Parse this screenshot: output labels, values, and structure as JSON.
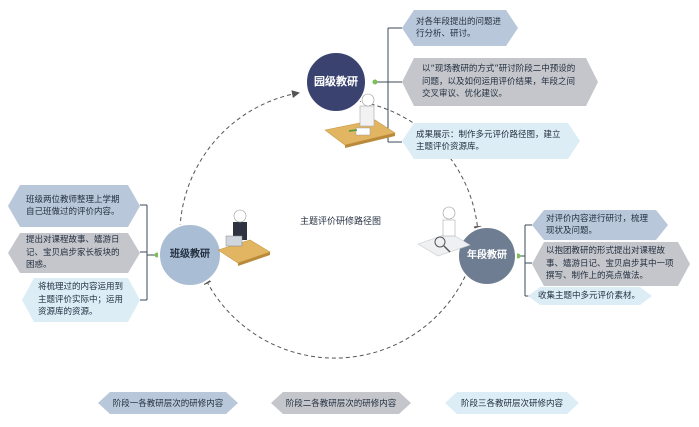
{
  "circles": {
    "garden": {
      "label": "园级教研",
      "color": "#3a4370"
    },
    "class": {
      "label": "班级教研",
      "color": "#a9bdd5"
    },
    "grade": {
      "label": "年段教研",
      "color": "#6e7d92"
    }
  },
  "center_title": "主题评价研修路径图",
  "garden_boxes": [
    "对各年段提出的问题进行分析、研讨。",
    "以“现场教研的方式”研讨阶段二中预设的问题，以及如何运用评价结果，年段之间交叉审议、优化建议。",
    "成果展示：制作多元评价路径图，建立主题评价资源库。"
  ],
  "class_boxes": [
    "班级两位教师整理上学期自己班做过的评价内容。",
    "提出对课程故事、嬉游日记、宝贝启步家长板块的困惑。",
    "将梳理过的内容运用到主题评价实际中；运用资源库的资源。"
  ],
  "grade_boxes": [
    "对评价内容进行研讨，梳理现状及问题。",
    "以抱团教研的形式提出对课程故事、嬉游日记、宝贝启步其中一项撰写、制作上的亮点做法。",
    "收集主题中多元评价素材。"
  ],
  "legend": [
    "阶段一各教研层次的研修内容",
    "阶段二各教研层次的研修内容",
    "阶段三各教研层次研修内容"
  ],
  "colors": {
    "stage1": "#b8c8da",
    "stage2": "#c4c6cb",
    "stage3": "#dcedf6",
    "connector": "#3e4a58",
    "dot": "#7fbf5a"
  }
}
